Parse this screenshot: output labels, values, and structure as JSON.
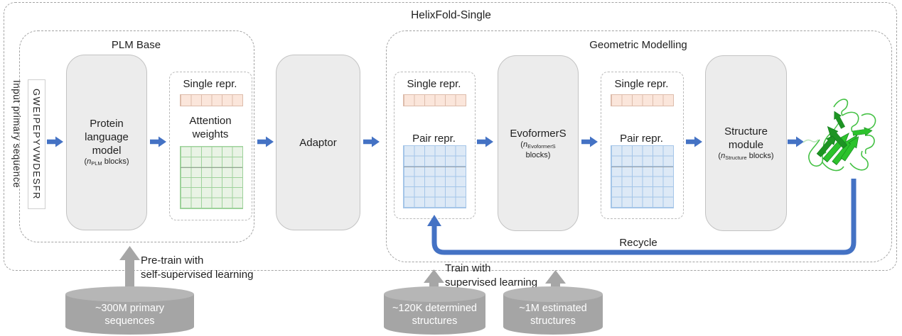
{
  "title": "HelixFold-Single",
  "plm_base": {
    "label": "PLM Base",
    "input_caption": "Input primary sequence",
    "input_sequence": "GWEIPEPYVWDESFR",
    "model": {
      "name": "Protein language model",
      "paren_open": "(",
      "n": "n",
      "sub": "PLM",
      "paren_close": " blocks)"
    },
    "repr": {
      "single_label": "Single repr.",
      "attention_label": "Attention weights"
    }
  },
  "adaptor": {
    "label": "Adaptor"
  },
  "geometric": {
    "label": "Geometric Modelling",
    "repr_in": {
      "single_label": "Single repr.",
      "pair_label": "Pair repr."
    },
    "evoformer": {
      "name": "EvoformerS",
      "paren_open": "(",
      "n": "n",
      "sub": "EvoformerS",
      "paren_close": "blocks)"
    },
    "repr_out": {
      "single_label": "Single repr.",
      "pair_label": "Pair repr."
    },
    "structure_module": {
      "name": "Structure module",
      "paren_open": "(",
      "n": "n",
      "sub": "Structure",
      "paren_close": " blocks)"
    },
    "recycle_label": "Recycle"
  },
  "training": {
    "pretrain_line1": "Pre-train with",
    "pretrain_line2": "self-supervised learning",
    "train_line1": "Train with",
    "train_line2": "supervised learning"
  },
  "datasets": [
    {
      "line1": "~300M primary",
      "line2": "sequences"
    },
    {
      "line1": "~120K determined",
      "line2": "structures"
    },
    {
      "line1": "~1M estimated",
      "line2": "structures"
    }
  ],
  "icons": {
    "flow_arrow": "arrow-right",
    "train_arrow": "arrow-up",
    "recycle_arrow": "recycle-loop",
    "dataset_shape": "database-cylinder",
    "output_image": "protein-ribbon-structure"
  },
  "colors": {
    "flow_arrow_blue": "#4472c4",
    "single_repr_fill": "#fbe6db",
    "single_repr_border": "#ddbcab",
    "attention_fill": "#e9f3e5",
    "attention_border": "#9ed29b",
    "pair_fill": "#dde9f6",
    "pair_border": "#a4c5e8",
    "module_fill": "#ececec",
    "cylinder_fill": "#a5a5a5",
    "protein_green": "#2cc22c"
  }
}
